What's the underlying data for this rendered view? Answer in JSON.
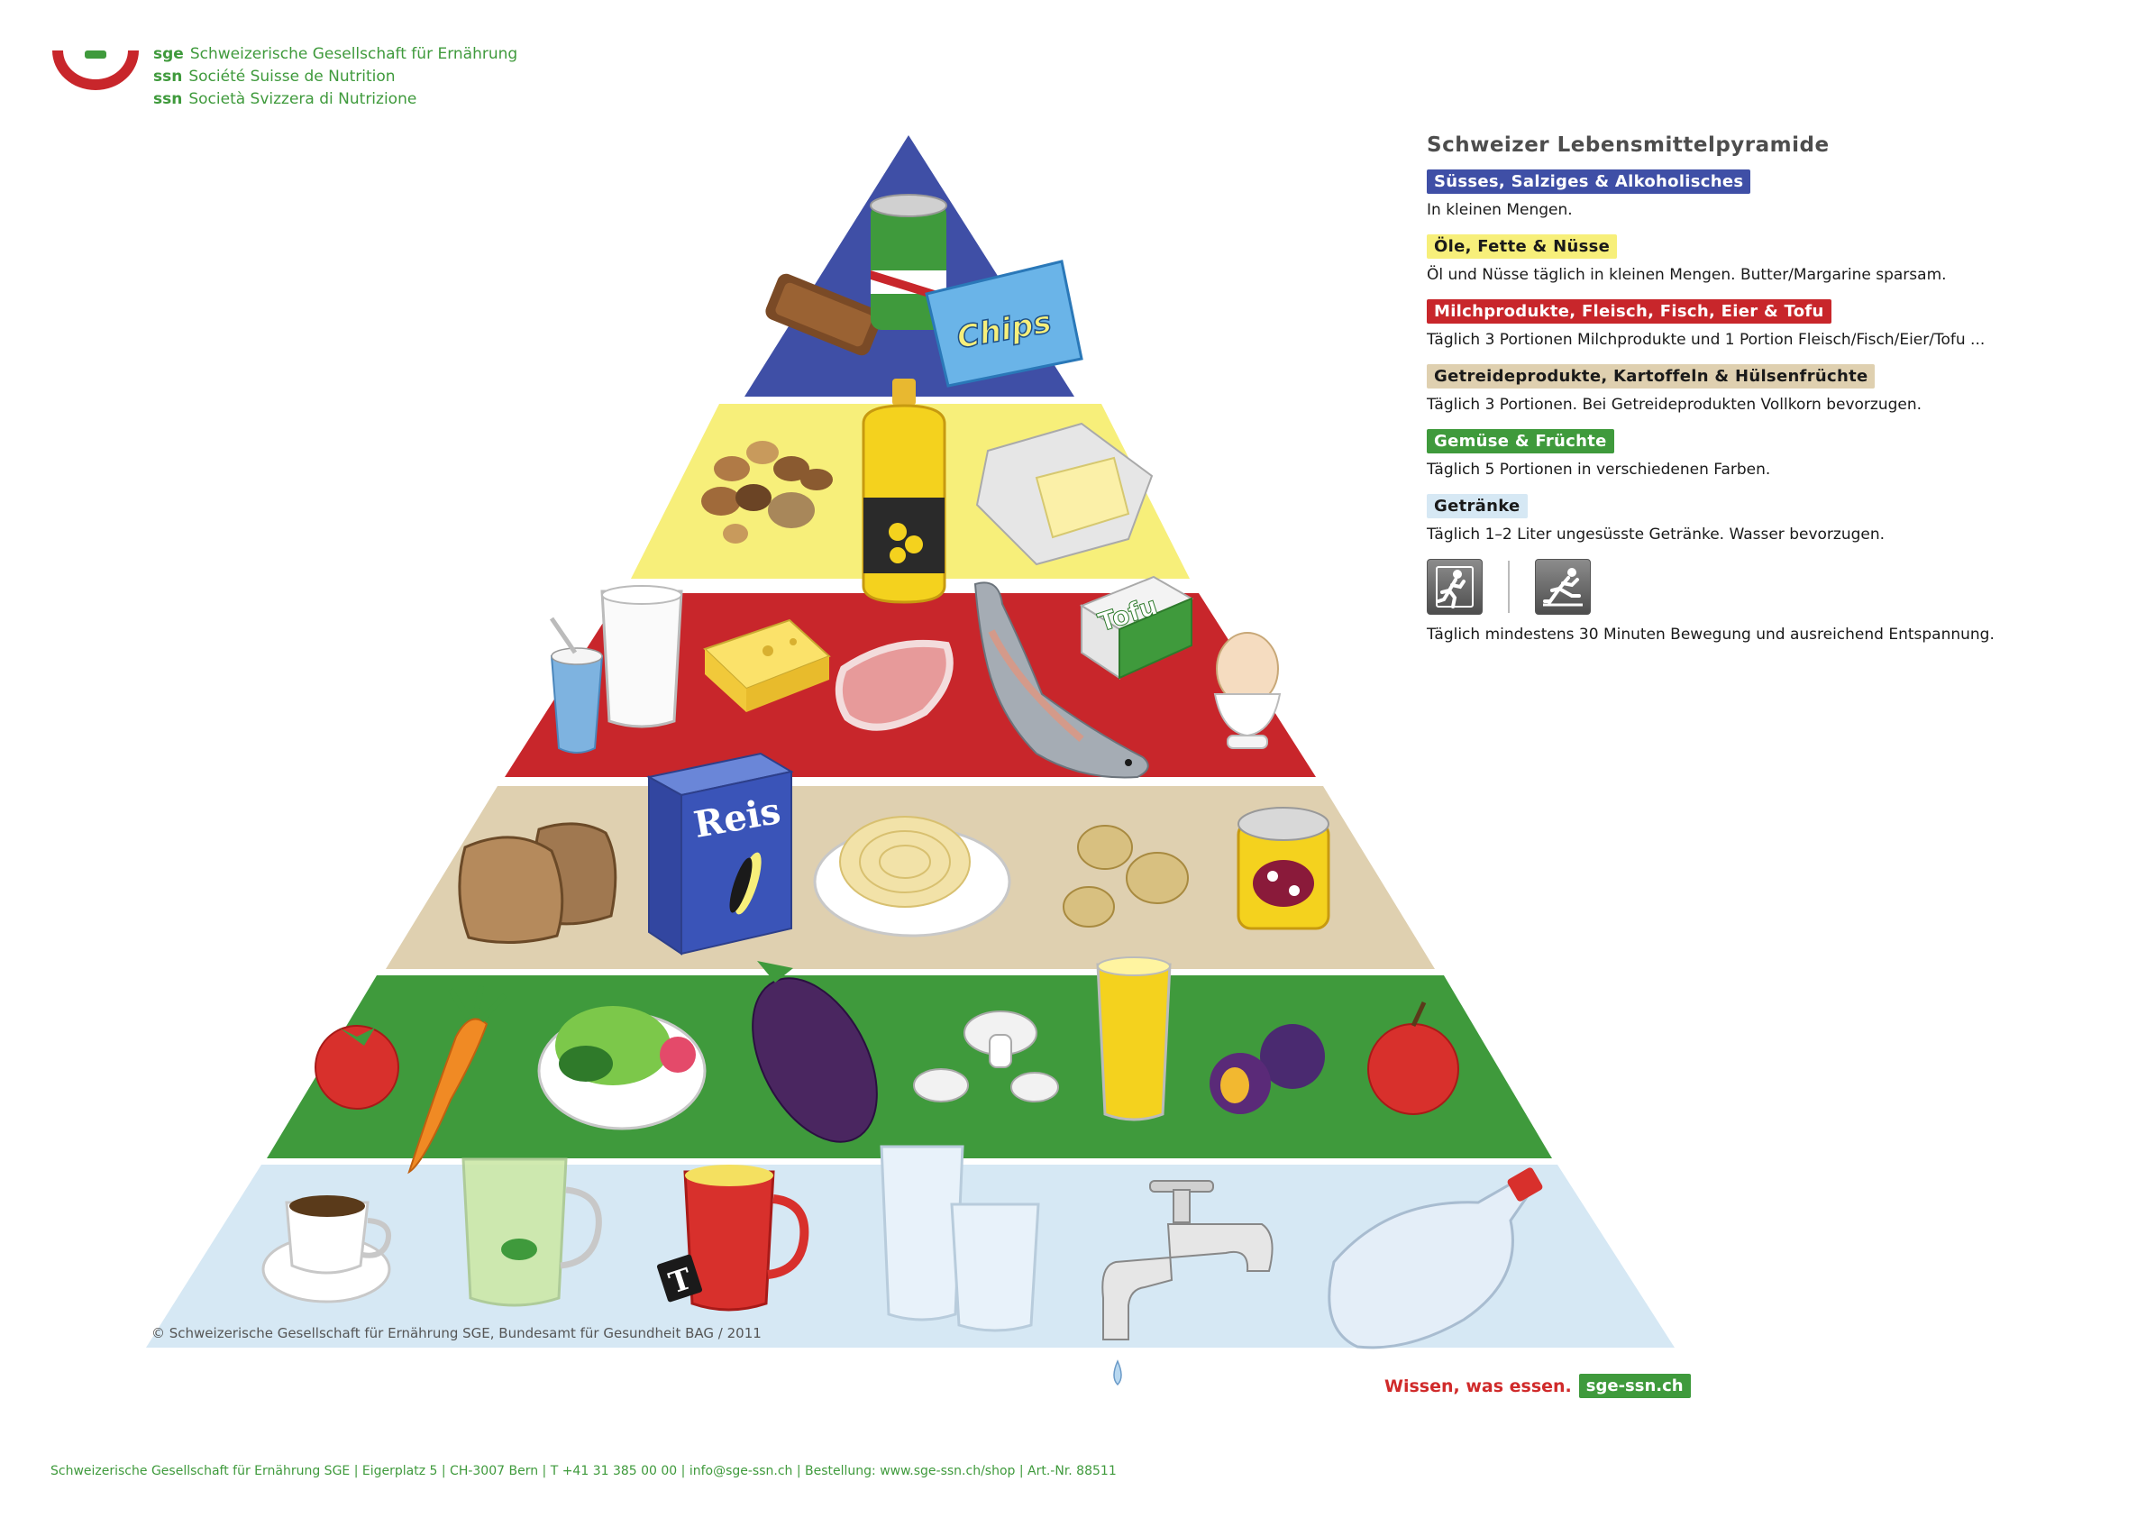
{
  "header": {
    "lines": [
      {
        "abbr": "sge",
        "name": "Schweizerische Gesellschaft für Ernährung"
      },
      {
        "abbr": "ssn",
        "name": "Société Suisse de Nutrition"
      },
      {
        "abbr": "ssn",
        "name": "Società Svizzera di Nutrizione"
      }
    ]
  },
  "pyramid_labels": {
    "chips": "Chips",
    "tofu": "Tofu",
    "reis": "Reis",
    "tea_tag": "T"
  },
  "legend": {
    "title": "Schweizer Lebensmittelpyramide",
    "items": [
      {
        "label": "Süsses, Salziges & Alkoholisches",
        "desc": "In kleinen Mengen.",
        "color": "#3f4fa6",
        "text_color": "#ffffff"
      },
      {
        "label": "Öle, Fette & Nüsse",
        "desc": "Öl und Nüsse täglich in kleinen Mengen. Butter/Margarine sparsam.",
        "color": "#f7ef7a",
        "text_color": "#1a1a1a"
      },
      {
        "label": "Milchprodukte, Fleisch, Fisch, Eier & Tofu",
        "desc": "Täglich 3 Portionen Milchprodukte und 1 Portion Fleisch/Fisch/Eier/Tofu ...",
        "color": "#c8262b",
        "text_color": "#ffffff"
      },
      {
        "label": "Getreideprodukte, Kartoffeln & Hülsenfrüchte",
        "desc": "Täglich 3 Portionen. Bei Getreideprodukten Vollkorn bevorzugen.",
        "color": "#dfd0b0",
        "text_color": "#1a1a1a"
      },
      {
        "label": "Gemüse & Früchte",
        "desc": "Täglich 5 Portionen in verschiedenen Farben.",
        "color": "#3f9a3c",
        "text_color": "#ffffff"
      },
      {
        "label": "Getränke",
        "desc": "Täglich 1–2 Liter ungesüsste Getränke. Wasser bevorzugen.",
        "color": "#d6e8f4",
        "text_color": "#1a1a1a"
      }
    ],
    "activity_desc": "Täglich mindestens 30 Minuten Bewegung und ausreichend Entspannung.",
    "activity_icons": [
      "running-person-icon",
      "relaxing-person-icon"
    ]
  },
  "copyright": "© Schweizerische Gesellschaft für Ernährung SGE, Bundesamt für Gesundheit BAG / 2011",
  "slogan": {
    "text": "Wissen, was essen.",
    "url": "sge-ssn.ch"
  },
  "footer": "Schweizerische Gesellschaft für Ernährung SGE | Eigerplatz 5 | CH-3007 Bern | T +41 31 385 00 00 | info@sge-ssn.ch | Bestellung: www.sge-ssn.ch/shop | Art.-Nr. 88511",
  "colors": {
    "brand_green": "#3f9a3c",
    "brand_red": "#d02a2a",
    "tier_blue": "#3f4fa6",
    "tier_yellow": "#f7ef7a",
    "tier_red": "#c8262b",
    "tier_beige": "#dfd0b0",
    "tier_green": "#3f9a3c",
    "tier_lightblue": "#d6e8f4"
  }
}
